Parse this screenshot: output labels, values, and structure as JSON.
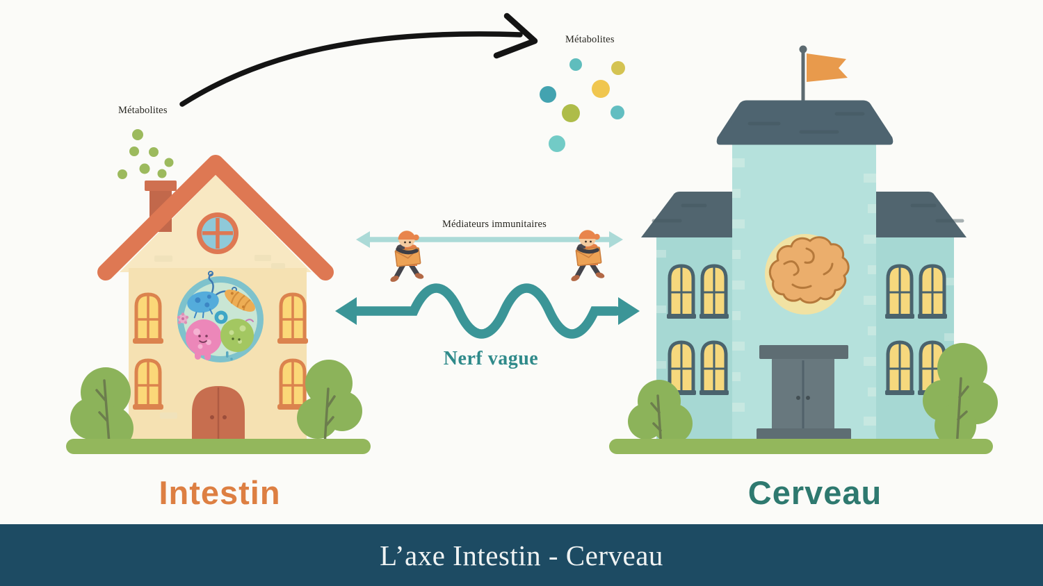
{
  "banner": {
    "title": "L’axe Intestin - Cerveau"
  },
  "nodes": {
    "intestin": {
      "label": "Intestin"
    },
    "cerveau": {
      "label": "Cerveau"
    }
  },
  "labels": {
    "metabolites_left": "Métabolites",
    "metabolites_right": "Métabolites",
    "immune_mediators": "Médiateurs immunitaires",
    "vagus_nerve": "Nerf vague"
  },
  "colors": {
    "banner_bg": "#1D4B63",
    "banner_text": "#EFF3F3",
    "intestin_label": "#DD7F42",
    "cerveau_label": "#2E796F",
    "vagus_arrow": "#3B9597",
    "immune_arrow": "#ABDAD7",
    "metabolite_dot_green": "#9CBA5D",
    "metabolite_dots_right": [
      "#5FBDBD",
      "#D4C352",
      "#F0C64F",
      "#43A3B0",
      "#AEBC49",
      "#62BEC1",
      "#72CBC6"
    ],
    "house_roof": "#DE7853",
    "house_wall": "#F5E1B2",
    "school_wall": "#AEDBD6",
    "school_roof": "#4E6470",
    "flag": "#E89A4C",
    "black_arrow": "#141414"
  }
}
